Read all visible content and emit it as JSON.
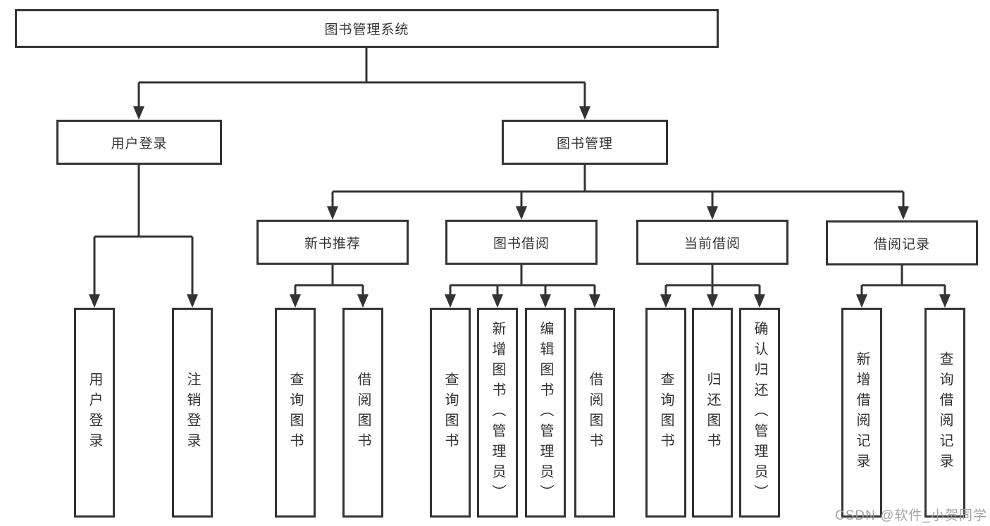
{
  "diagram_title": "图书管理系统",
  "tree": {
    "label": "图书管理系统",
    "children": [
      {
        "label": "用户登录",
        "children": [
          {
            "label": "用户登录"
          },
          {
            "label": "注销登录"
          }
        ]
      },
      {
        "label": "图书管理",
        "children": [
          {
            "label": "新书推荐",
            "children": [
              {
                "label": "查询图书"
              },
              {
                "label": "借阅图书"
              }
            ]
          },
          {
            "label": "图书借阅",
            "children": [
              {
                "label": "查询图书"
              },
              {
                "label": "新增图书（管理员）"
              },
              {
                "label": "编辑图书（管理员）"
              },
              {
                "label": "借阅图书"
              }
            ]
          },
          {
            "label": "当前借阅",
            "children": [
              {
                "label": "查询图书"
              },
              {
                "label": "归还图书"
              },
              {
                "label": "确认归还（管理员）"
              }
            ]
          },
          {
            "label": "借阅记录",
            "children": [
              {
                "label": "新增借阅记录"
              },
              {
                "label": "查询借阅记录"
              }
            ]
          }
        ]
      }
    ]
  },
  "watermark": {
    "text": "CSDN @软件_小贺同学"
  },
  "colors": {
    "line": "#333333",
    "box_border": "#333333",
    "text": "#333333",
    "background": "#ffffff",
    "watermark": "#96999e"
  }
}
